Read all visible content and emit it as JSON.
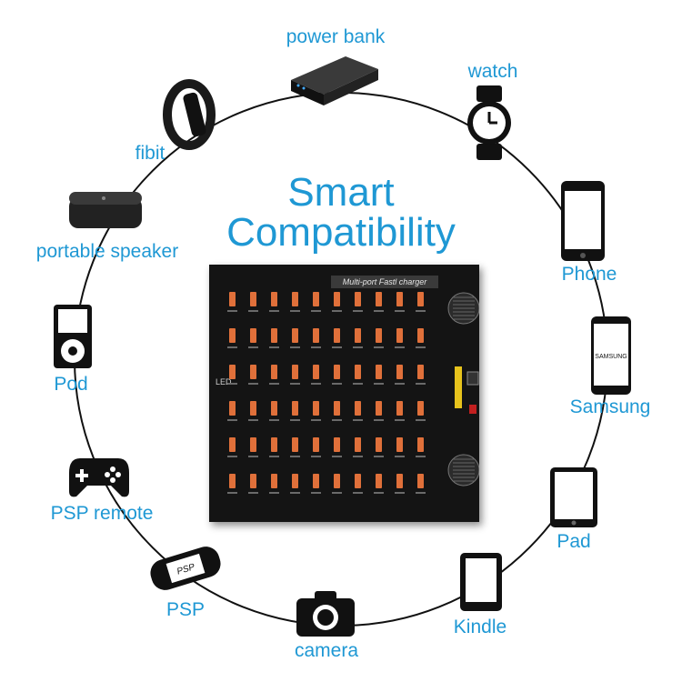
{
  "title": {
    "line1": "Smart",
    "line2": "Compatibility"
  },
  "charger": {
    "label": "Multi-port Fastl charger",
    "led": "LED"
  },
  "devices": {
    "power_bank": "power bank",
    "watch": "watch",
    "fibit": "fibit",
    "phone": "Phone",
    "portable_speaker": "portable speaker",
    "samsung": "Samsung",
    "samsung_screen": "SAMSUNG",
    "pod": "Pod",
    "psp_remote": "PSP remote",
    "pad": "Pad",
    "psp": "PSP",
    "psp_screen": "PSP",
    "kindle": "Kindle",
    "camera": "camera"
  },
  "colors": {
    "label": "#1f98d4",
    "port": "#e0703a",
    "ring": "#111111"
  }
}
